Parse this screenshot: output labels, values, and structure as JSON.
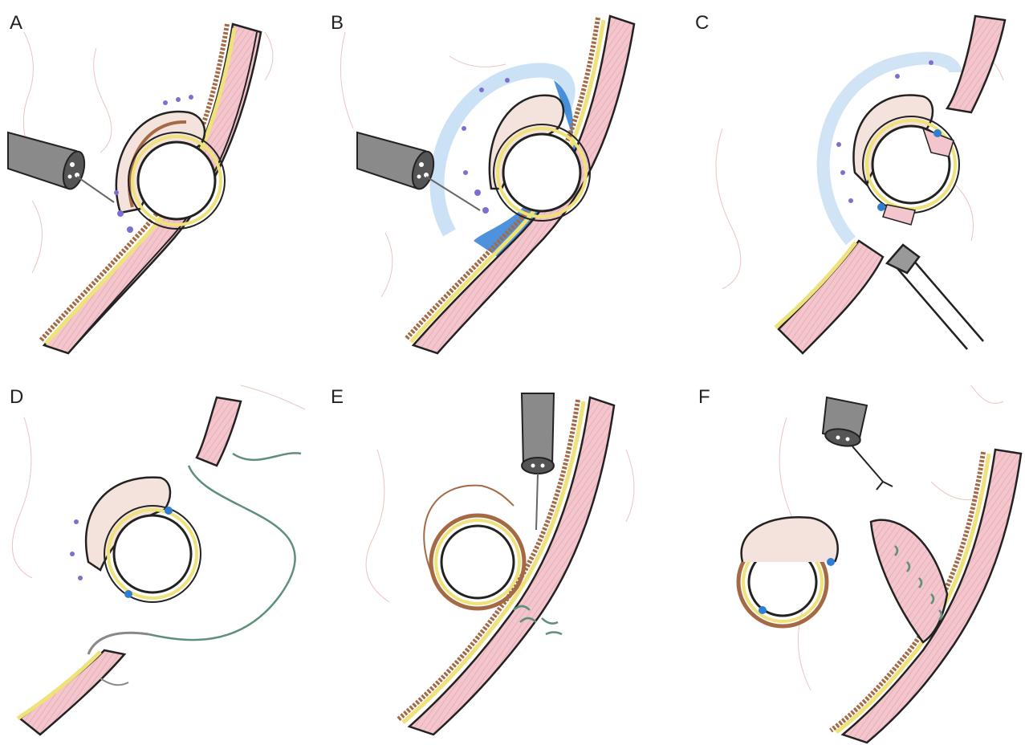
{
  "panels": [
    {
      "label": "A"
    },
    {
      "label": "B"
    },
    {
      "label": "C"
    },
    {
      "label": "D"
    },
    {
      "label": "E"
    },
    {
      "label": "F"
    }
  ],
  "colors": {
    "wall_pink": "#f2c6cc",
    "wall_stripe": "#e7a4ae",
    "submucosa_yellow": "#f0e27a",
    "mucosa_brown": "#a56a45",
    "outline": "#222222",
    "injection_blue": "#2e7fd4",
    "light_blue": "#a9cdee",
    "vessel_purple": "#7d6fd0",
    "suture_green": "#5e8f78",
    "scope_grey": "#8a8a8a",
    "background_fiber": "#e3b7b2"
  },
  "icons": {
    "endoscope": "endoscope-icon",
    "injection_needle": "injection-needle-icon",
    "grasping_forceps": "grasping-forceps-icon",
    "suture": "suture-thread-icon",
    "stitches": "stitch-icon"
  }
}
